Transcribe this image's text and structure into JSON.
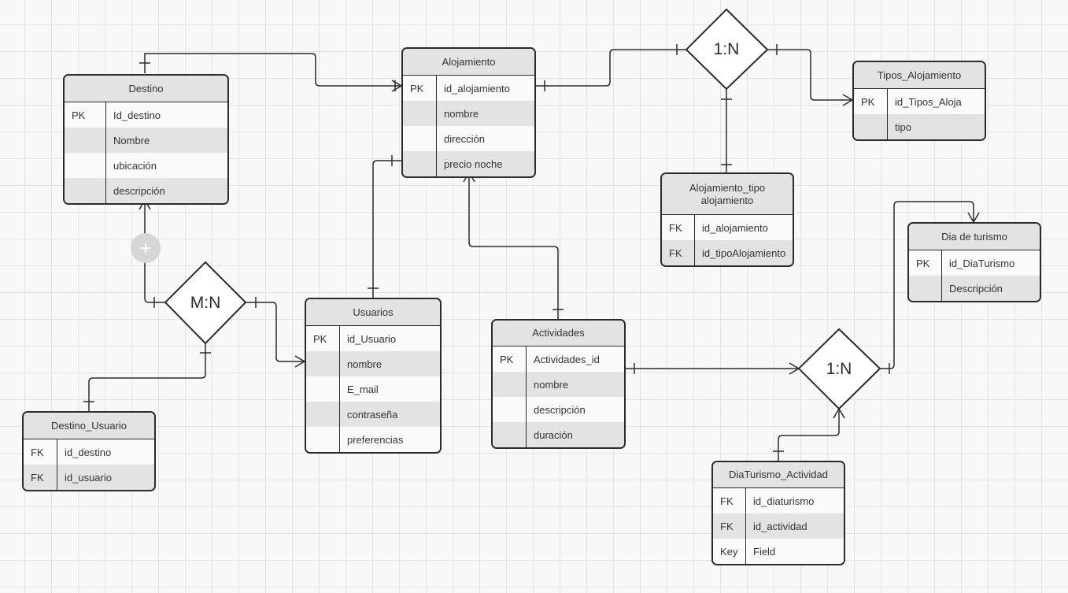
{
  "entities": {
    "destino": {
      "title": "Destino",
      "rows": [
        {
          "key": "PK",
          "field": "Id_destino"
        },
        {
          "key": "",
          "field": "Nombre"
        },
        {
          "key": "",
          "field": "ubicación"
        },
        {
          "key": "",
          "field": "descripción"
        }
      ]
    },
    "alojamiento": {
      "title": "Alojamiento",
      "rows": [
        {
          "key": "PK",
          "field": "id_alojamiento"
        },
        {
          "key": "",
          "field": "nombre"
        },
        {
          "key": "",
          "field": "dirección"
        },
        {
          "key": "",
          "field": "precio noche"
        }
      ]
    },
    "tipos_alojamiento": {
      "title": "Tipos_Alojamiento",
      "rows": [
        {
          "key": "PK",
          "field": "id_Tipos_Aloja"
        },
        {
          "key": "",
          "field": "tipo"
        }
      ]
    },
    "alojamiento_tipo": {
      "title": "Alojamiento_tipo alojamiento",
      "rows": [
        {
          "key": "FK",
          "field": "id_alojamiento"
        },
        {
          "key": "FK",
          "field": "id_tipoAlojamiento"
        }
      ]
    },
    "dia_turismo": {
      "title": "Dia de turismo",
      "rows": [
        {
          "key": "PK",
          "field": "id_DiaTurismo"
        },
        {
          "key": "",
          "field": "Descripción"
        }
      ]
    },
    "usuarios": {
      "title": "Usuarios",
      "rows": [
        {
          "key": "PK",
          "field": "id_Usuario"
        },
        {
          "key": "",
          "field": "nombre"
        },
        {
          "key": "",
          "field": "E_mail"
        },
        {
          "key": "",
          "field": "contraseña"
        },
        {
          "key": "",
          "field": "preferencias"
        }
      ]
    },
    "actividades": {
      "title": "Actividades",
      "rows": [
        {
          "key": "PK",
          "field": "Actividades_id"
        },
        {
          "key": "",
          "field": "nombre"
        },
        {
          "key": "",
          "field": "descripción"
        },
        {
          "key": "",
          "field": "duración"
        }
      ]
    },
    "destino_usuario": {
      "title": "Destino_Usuario",
      "rows": [
        {
          "key": "FK",
          "field": "id_destino"
        },
        {
          "key": "FK",
          "field": "id_usuario"
        }
      ]
    },
    "diaturismo_actividad": {
      "title": "DiaTurismo_Actividad",
      "rows": [
        {
          "key": "FK",
          "field": "id_diaturismo"
        },
        {
          "key": "FK",
          "field": "id_actividad"
        },
        {
          "key": "Key",
          "field": "Field"
        }
      ]
    }
  },
  "relationships": {
    "aloj_tipos": {
      "label": "1:N"
    },
    "destino_usuarios": {
      "label": "M:N"
    },
    "actividades_dia": {
      "label": "1:N"
    }
  },
  "toolbar": {
    "add_icon": "plus-icon",
    "add_label": "+"
  },
  "colors": {
    "stroke": "#2b2b2b",
    "header": "#e3e3e3",
    "grid": "#e3e3e3",
    "canvas": "#f8f8f8"
  }
}
